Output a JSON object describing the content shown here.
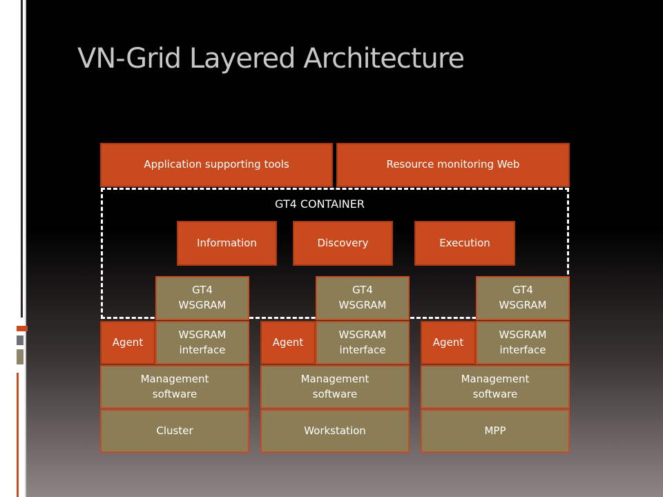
{
  "slide": {
    "title": "VN-Grid Layered Architecture"
  },
  "diagram": {
    "top_boxes": [
      "Application supporting tools",
      "Resource monitoring Web"
    ],
    "container_label": "GT4 CONTAINER",
    "services": [
      "Information",
      "Discovery",
      "Execution"
    ],
    "columns": [
      {
        "wsgram": "GT4\nWSGRAM",
        "agent": "Agent",
        "interface": "WSGRAM\ninterface",
        "management": "Management\nsoftware",
        "resource": "Cluster"
      },
      {
        "wsgram": "GT4\nWSGRAM",
        "agent": "Agent",
        "interface": "WSGRAM\ninterface",
        "management": "Management\nsoftware",
        "resource": "Workstation"
      },
      {
        "wsgram": "GT4\nWSGRAM",
        "agent": "Agent",
        "interface": "WSGRAM\ninterface",
        "management": "Management\nsoftware",
        "resource": "MPP"
      }
    ]
  },
  "colors": {
    "accent": "#c84a1e",
    "tan": "#8b7e57",
    "title": "#c8c8c8"
  }
}
